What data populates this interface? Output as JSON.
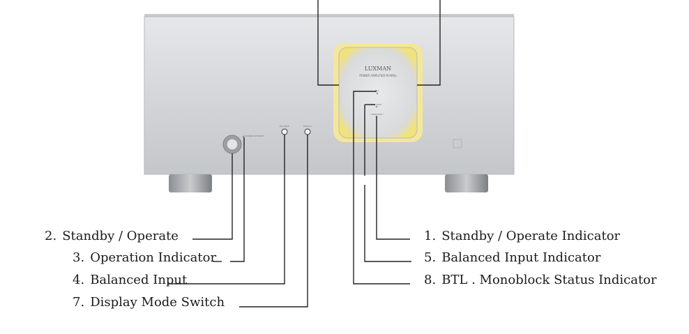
{
  "device": {
    "logo_text": "LUXMAN",
    "model_text": "POWER AMPLIFIER M-900u",
    "panel_small_labels": [
      "STANDBY/OPERATE",
      "BALANCE",
      "DISPLAY",
      "BTL",
      "BALANCE",
      "OPERATION"
    ],
    "colors": {
      "panel": "#d6d8db",
      "panel_dark": "#b9bcbf",
      "glow": "#f3e58a",
      "line": "#222222"
    }
  },
  "callouts_left": [
    {
      "number": "2.",
      "text": "Standby / Operate"
    },
    {
      "number": "3.",
      "text": "Operation Indicator"
    },
    {
      "number": "4.",
      "text": "Balanced Input"
    },
    {
      "number": "7.",
      "text": "Display Mode Switch"
    }
  ],
  "callouts_right": [
    {
      "number": "1.",
      "text": "Standby / Operate Indicator"
    },
    {
      "number": "5.",
      "text": "Balanced Input Indicator"
    },
    {
      "number": "8.",
      "text": "BTL . Monoblock Status Indicator"
    }
  ]
}
